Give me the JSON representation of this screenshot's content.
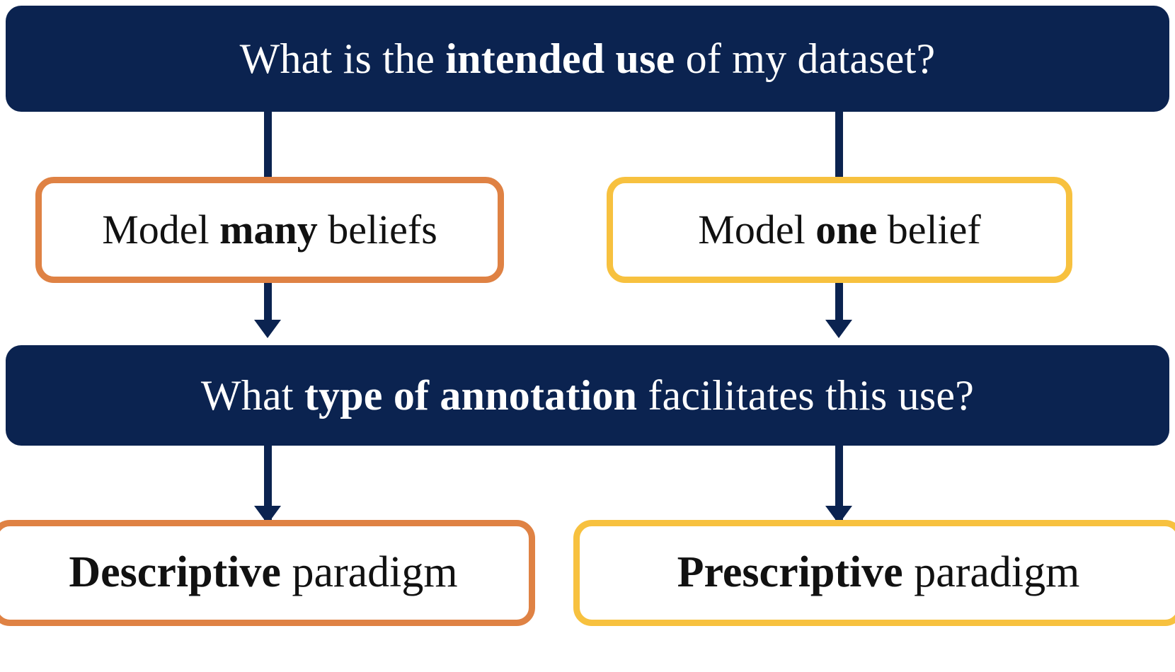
{
  "diagram": {
    "title_node": {
      "id": "intended-use-question",
      "text_plain": "What is the intended use of my dataset?",
      "part1": "What is the ",
      "emphasis": "intended use",
      "part2": " of my dataset?",
      "fill_color": "#0b2350",
      "text_color": "#ffffff"
    },
    "branch_left": {
      "id": "model-many-beliefs",
      "text_plain": "Model many beliefs",
      "part1": "Model ",
      "emphasis": "many",
      "part2": " beliefs",
      "border_color": "#df8244",
      "fill_color": "#ffffff",
      "text_color": "#111111"
    },
    "branch_right": {
      "id": "model-one-belief",
      "text_plain": "Model one belief",
      "part1": "Model ",
      "emphasis": "one",
      "part2": " belief",
      "border_color": "#f7c13f",
      "fill_color": "#ffffff",
      "text_color": "#111111"
    },
    "second_node": {
      "id": "annotation-type-question",
      "text_plain": "What type of annotation facilitates this use?",
      "part1": "What ",
      "emphasis": "type of annotation",
      "part2": " facilitates this use?",
      "fill_color": "#0b2350",
      "text_color": "#ffffff"
    },
    "leaf_left": {
      "id": "descriptive-paradigm",
      "text_plain": "Descriptive paradigm",
      "emphasis": "Descriptive",
      "part2": " paradigm",
      "border_color": "#df8244",
      "fill_color": "#ffffff",
      "text_color": "#111111"
    },
    "leaf_right": {
      "id": "prescriptive-paradigm",
      "text_plain": "Prescriptive paradigm",
      "emphasis": "Prescriptive",
      "part2": " paradigm",
      "border_color": "#f7c13f",
      "fill_color": "#ffffff",
      "text_color": "#111111"
    },
    "connectors": {
      "color": "#0b2350",
      "edges": [
        {
          "from": "intended-use-question",
          "to": "annotation-type-question",
          "through": "model-many-beliefs",
          "arrowhead": true
        },
        {
          "from": "intended-use-question",
          "to": "annotation-type-question",
          "through": "model-one-belief",
          "arrowhead": true
        },
        {
          "from": "annotation-type-question",
          "to": "descriptive-paradigm",
          "arrowhead": true
        },
        {
          "from": "annotation-type-question",
          "to": "prescriptive-paradigm",
          "arrowhead": true
        }
      ]
    }
  }
}
